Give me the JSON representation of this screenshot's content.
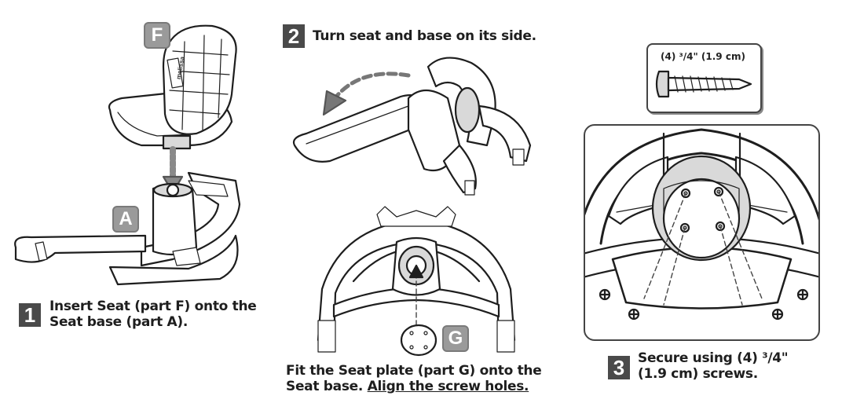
{
  "badges": {
    "part_f": "F",
    "part_a": "A",
    "part_g": "G",
    "step1": "1",
    "step2": "2",
    "step3": "3"
  },
  "seat_logo_text": "melissa",
  "step1": {
    "line1": "Insert Seat (part F) onto the",
    "line2": "Seat base (part A)."
  },
  "step2": {
    "heading": "Turn seat and base on its side."
  },
  "step_g": {
    "line1": "Fit the Seat plate (part G) onto the",
    "line2a": "Seat base. ",
    "line2b": "Align the screw holes."
  },
  "screw_box": {
    "label": "(4) ³/4\" (1.9 cm)"
  },
  "step3": {
    "line1": "Secure using (4) ³/4\"",
    "line2": "(1.9 cm) screws."
  },
  "colors": {
    "badge_gray": "#9a9a9a",
    "step_dark": "#4a4a4a",
    "line": "#1e1e1e"
  }
}
